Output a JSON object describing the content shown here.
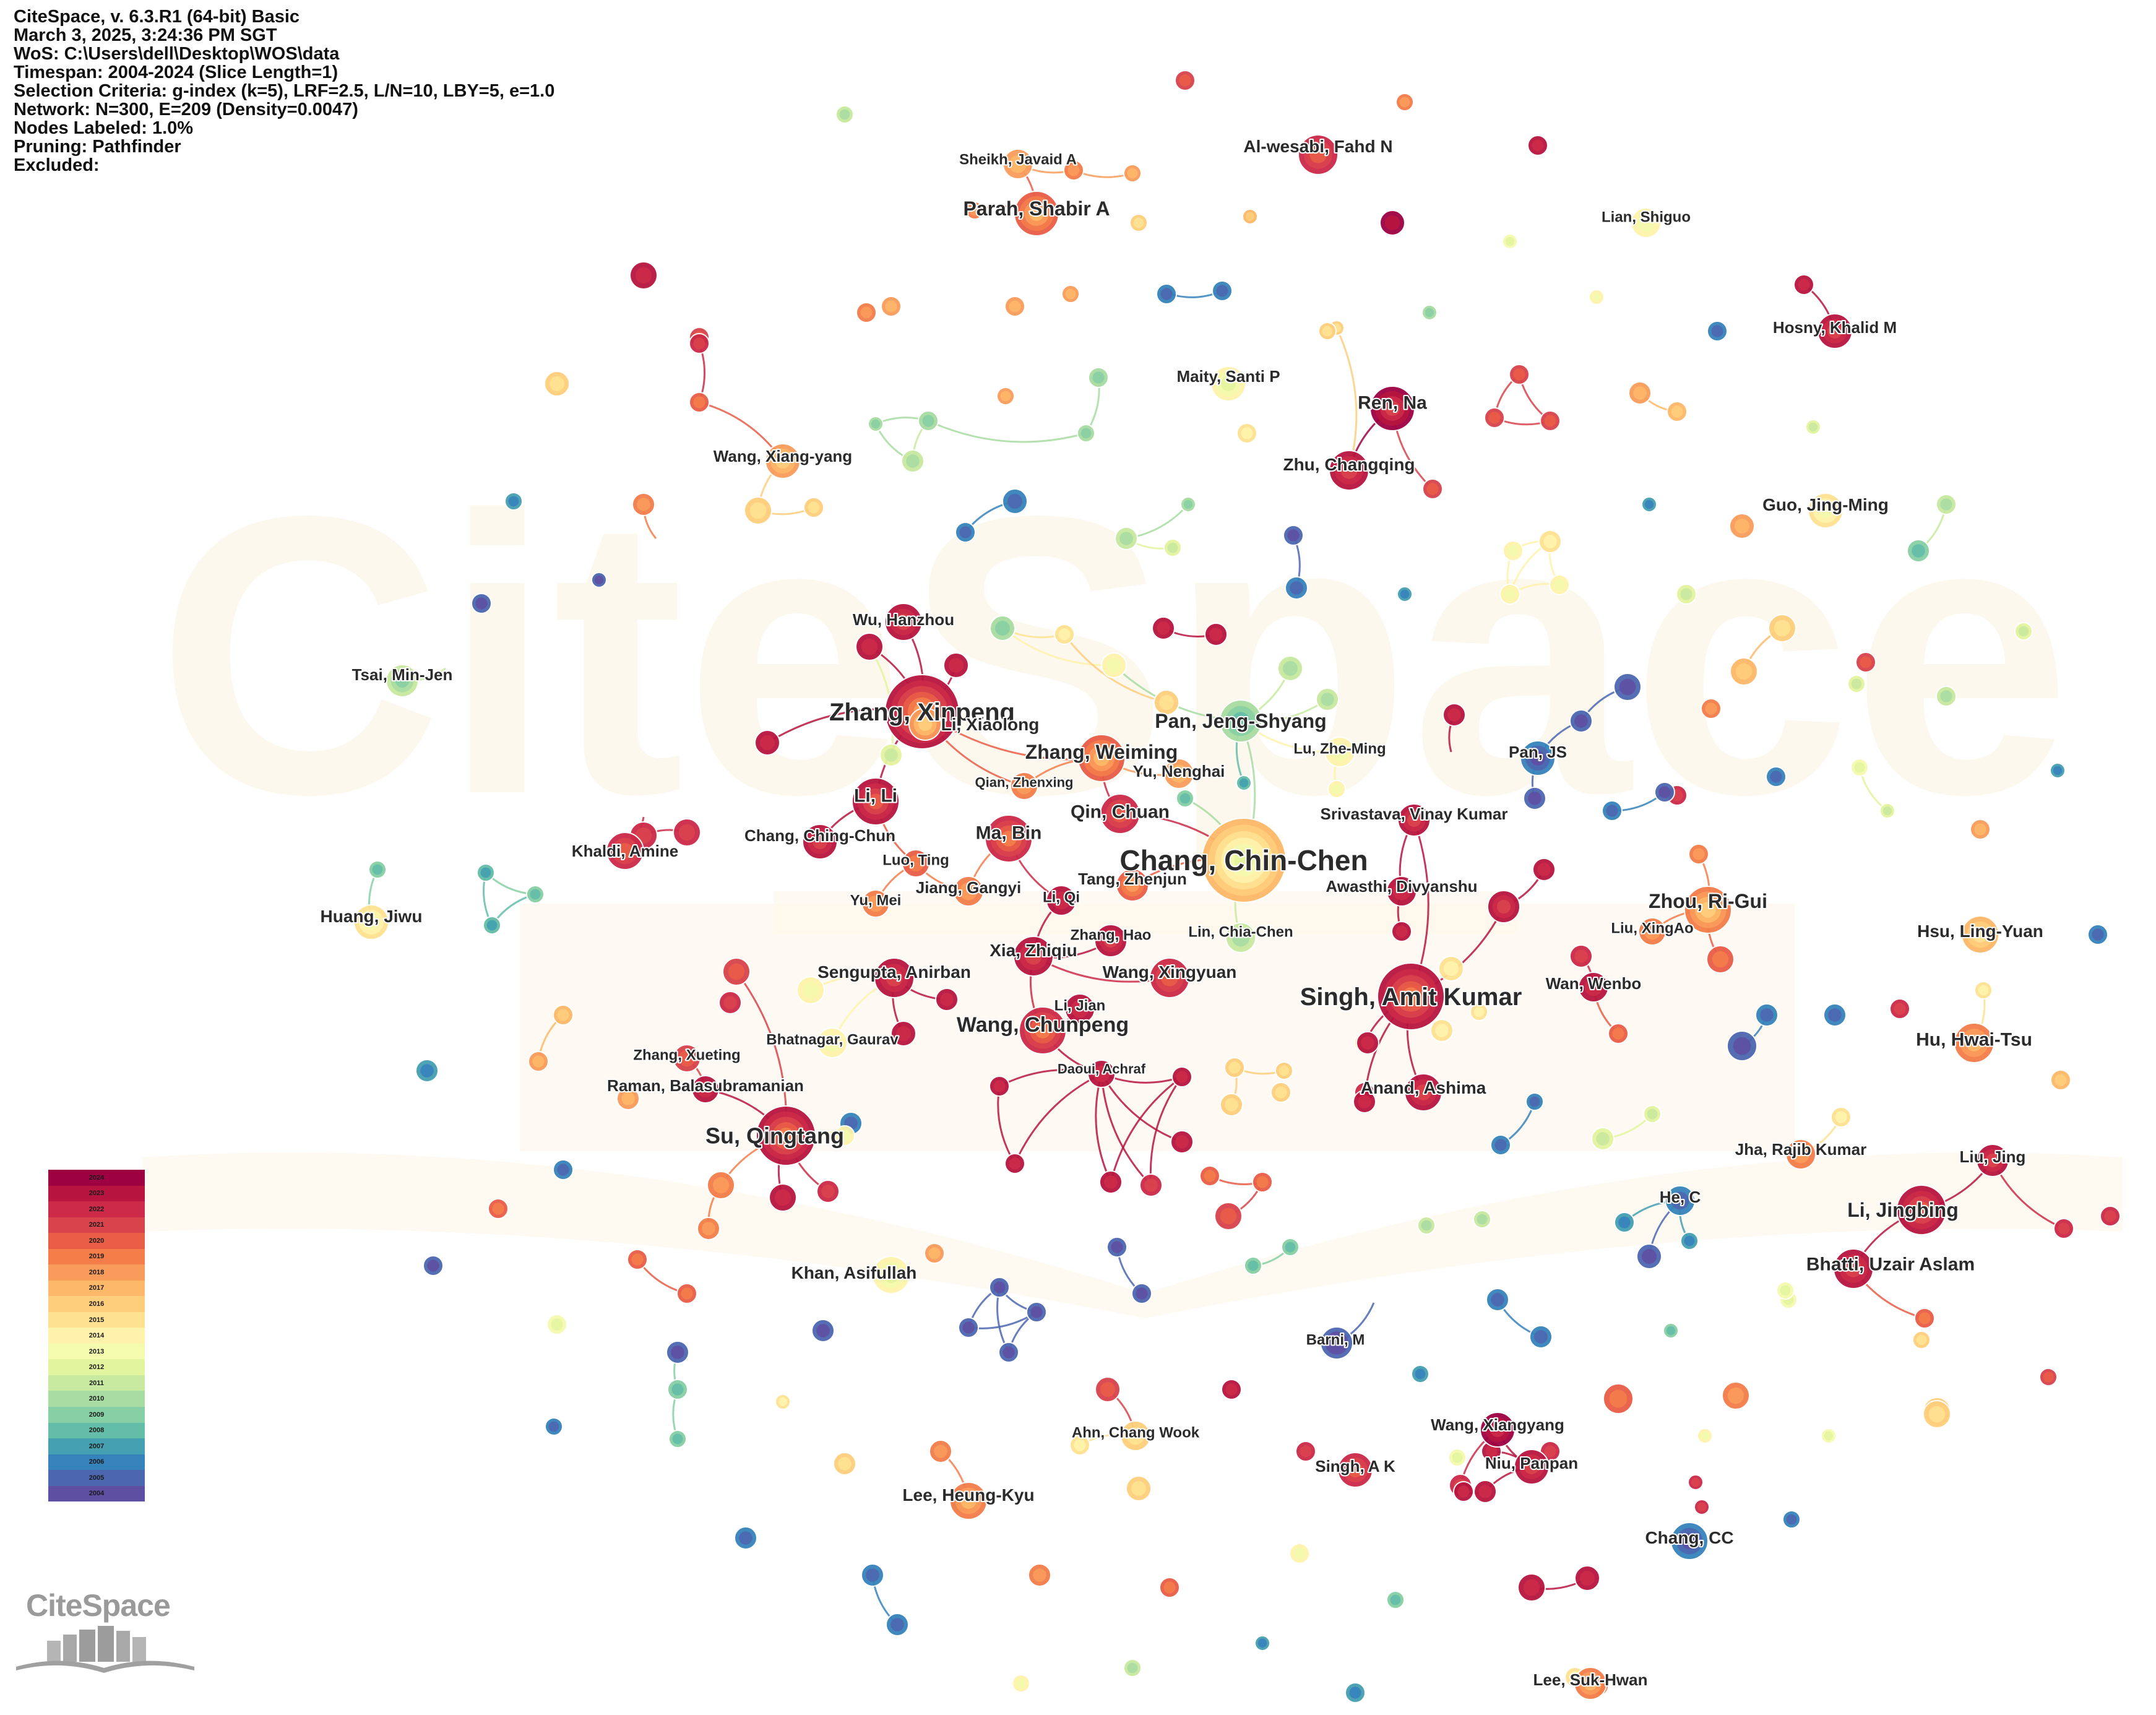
{
  "info": {
    "lines": [
      "CiteSpace, v. 6.3.R1 (64-bit) Basic",
      "March 3, 2025, 3:24:36 PM SGT",
      "WoS: C:\\Users\\dell\\Desktop\\WOS\\data",
      "Timespan: 2004-2024 (Slice Length=1)",
      "Selection Criteria: g-index (k=5), LRF=2.5, L/N=10, LBY=5, e=1.0",
      "Network: N=300, E=209 (Density=0.0047)",
      "Nodes Labeled: 1.0%",
      "Pruning: Pathfinder",
      "Excluded:"
    ]
  },
  "watermark": "CiteSpace",
  "logo": {
    "text": "CiteSpace"
  },
  "legend": {
    "years": [
      "2024",
      "2023",
      "2022",
      "2021",
      "2020",
      "2019",
      "2018",
      "2017",
      "2016",
      "2015",
      "2014",
      "2013",
      "2012",
      "2011",
      "2010",
      "2009",
      "2008",
      "2007",
      "2006",
      "2005",
      "2004"
    ],
    "colors": [
      "#9e0142",
      "#b7153f",
      "#cc2a48",
      "#d9434c",
      "#e95d47",
      "#f47d4a",
      "#f99b5b",
      "#fdb869",
      "#fece7c",
      "#fee292",
      "#fff3ac",
      "#f4faae",
      "#e3f49e",
      "#c8e9a0",
      "#a8dca2",
      "#87cfa4",
      "#64bda8",
      "#45a0b1",
      "#3683bb",
      "#4c67b0",
      "#5e4fa2"
    ]
  },
  "labels": {
    "chang_chin_chen": "Chang, Chin-Chen",
    "zhang_xinpeng": "Zhang, Xinpeng",
    "singh_amit_kumar": "Singh, Amit Kumar",
    "su_qingtang": "Su, Qingtang",
    "zhang_weiming": "Zhang, Weiming",
    "wang_chunpeng": "Wang, Chunpeng",
    "pan_jeng_shyang": "Pan, Jeng-Shyang",
    "zhou_ri_gui": "Zhou, Ri-Gui",
    "li_jingbing": "Li, Jingbing",
    "parah_shabir": "Parah, Shabir A",
    "ren_na": "Ren, Na",
    "qin_chuan": "Qin, Chuan",
    "ma_bin": "Ma, Bin",
    "li_li": "Li, Li",
    "wu_hanzhou": "Wu, Hanzhou",
    "zhu_changqing": "Zhu, Changqing",
    "bhatti": "Bhatti, Uzair Aslam",
    "hu_hwai_tsu": "Hu, Hwai-Tsu",
    "hsu_ling_yuan": "Hsu, Ling-Yuan",
    "khan_asifullah": "Khan, Asifullah",
    "sengupta": "Sengupta, Anirban",
    "xia_zhiqiu": "Xia, Zhiqiu",
    "wang_xingyuan": "Wang, Xingyuan",
    "anand_ashima": "Anand, Ashima",
    "li_xiaolong": "Li, Xiaolong",
    "guo_jing_ming": "Guo, Jing-Ming",
    "huang_jiwu": "Huang, Jiwu",
    "wang_xiang_yang": "Wang, Xiang-yang",
    "maity": "Maity, Santi P",
    "al_wesabi": "Al-wesabi, Fahd N",
    "sheikh": "Sheikh, Javaid A",
    "lian_shiguo": "Lian, Shiguo",
    "hosny": "Hosny, Khalid M",
    "tsai_min_jen": "Tsai, Min-Jen",
    "khaldi": "Khaldi, Amine",
    "chang_ching_chun": "Chang, Ching-Chun",
    "pan_js": "Pan, JS",
    "srivastava": "Srivastava, Vinay Kumar",
    "awasthi": "Awasthi, Divyanshu",
    "tang_zhenjun": "Tang, Zhenjun",
    "yu_nenghai": "Yu, Nenghai",
    "qian_zhenxing": "Qian, Zhenxing",
    "lu_zhe_ming": "Lu, Zhe-Ming",
    "luo_ting": "Luo, Ting",
    "jiang_gangyi": "Jiang, Gangyi",
    "yu_mei": "Yu, Mei",
    "li_qi": "Li, Qi",
    "zhang_hao": "Zhang, Hao",
    "lin_chia_chen": "Lin, Chia-Chen",
    "li_jian": "Li, Jian",
    "liu_xingao": "Liu, XingAo",
    "wan_wenbo": "Wan, Wenbo",
    "bhatnagar": "Bhatnagar, Gaurav",
    "zhang_xueting": "Zhang, Xueting",
    "raman": "Raman, Balasubramanian",
    "daoui": "Daoui, Achraf",
    "jha": "Jha, Rajib Kumar",
    "liu_jing": "Liu, Jing",
    "he_c": "He, C",
    "barni": "Barni, M",
    "ahn": "Ahn, Chang Wook",
    "lee_heung_kyu": "Lee, Heung-Kyu",
    "singh_a_k": "Singh, A K",
    "wang_xiangyang": "Wang, Xiangyang",
    "niu_panpan": "Niu, Panpan",
    "chang_cc": "Chang, CC",
    "lee_suk_hwan": "Lee, Suk-Hwan"
  }
}
